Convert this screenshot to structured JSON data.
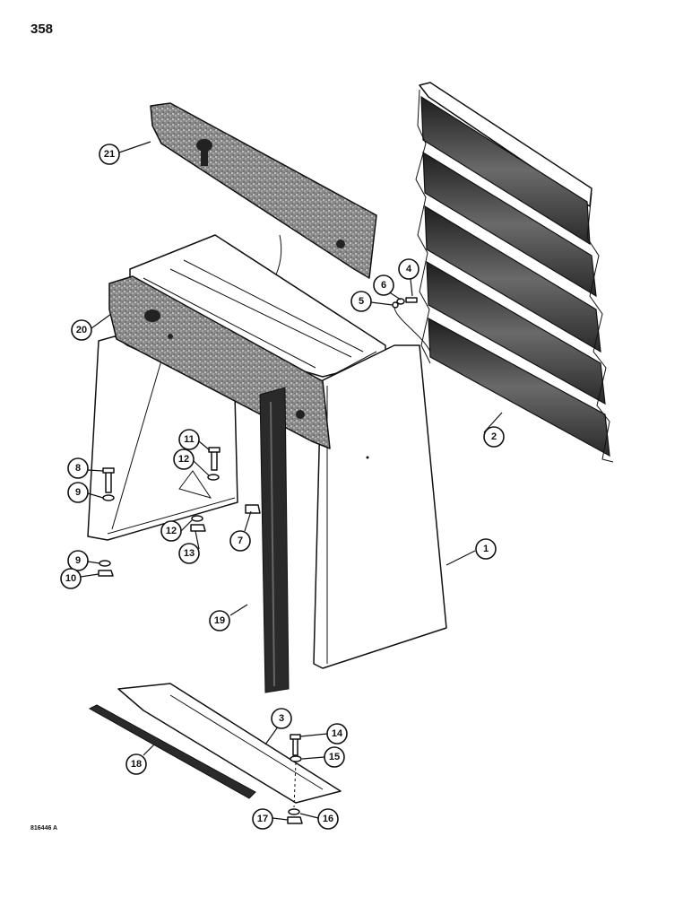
{
  "page_number": "358",
  "figure_code": "816446 A",
  "callouts": [
    "1",
    "2",
    "3",
    "4",
    "5",
    "6",
    "7",
    "8",
    "9",
    "9",
    "10",
    "11",
    "12",
    "12",
    "13",
    "14",
    "15",
    "16",
    "17",
    "18",
    "19",
    "20",
    "21"
  ]
}
